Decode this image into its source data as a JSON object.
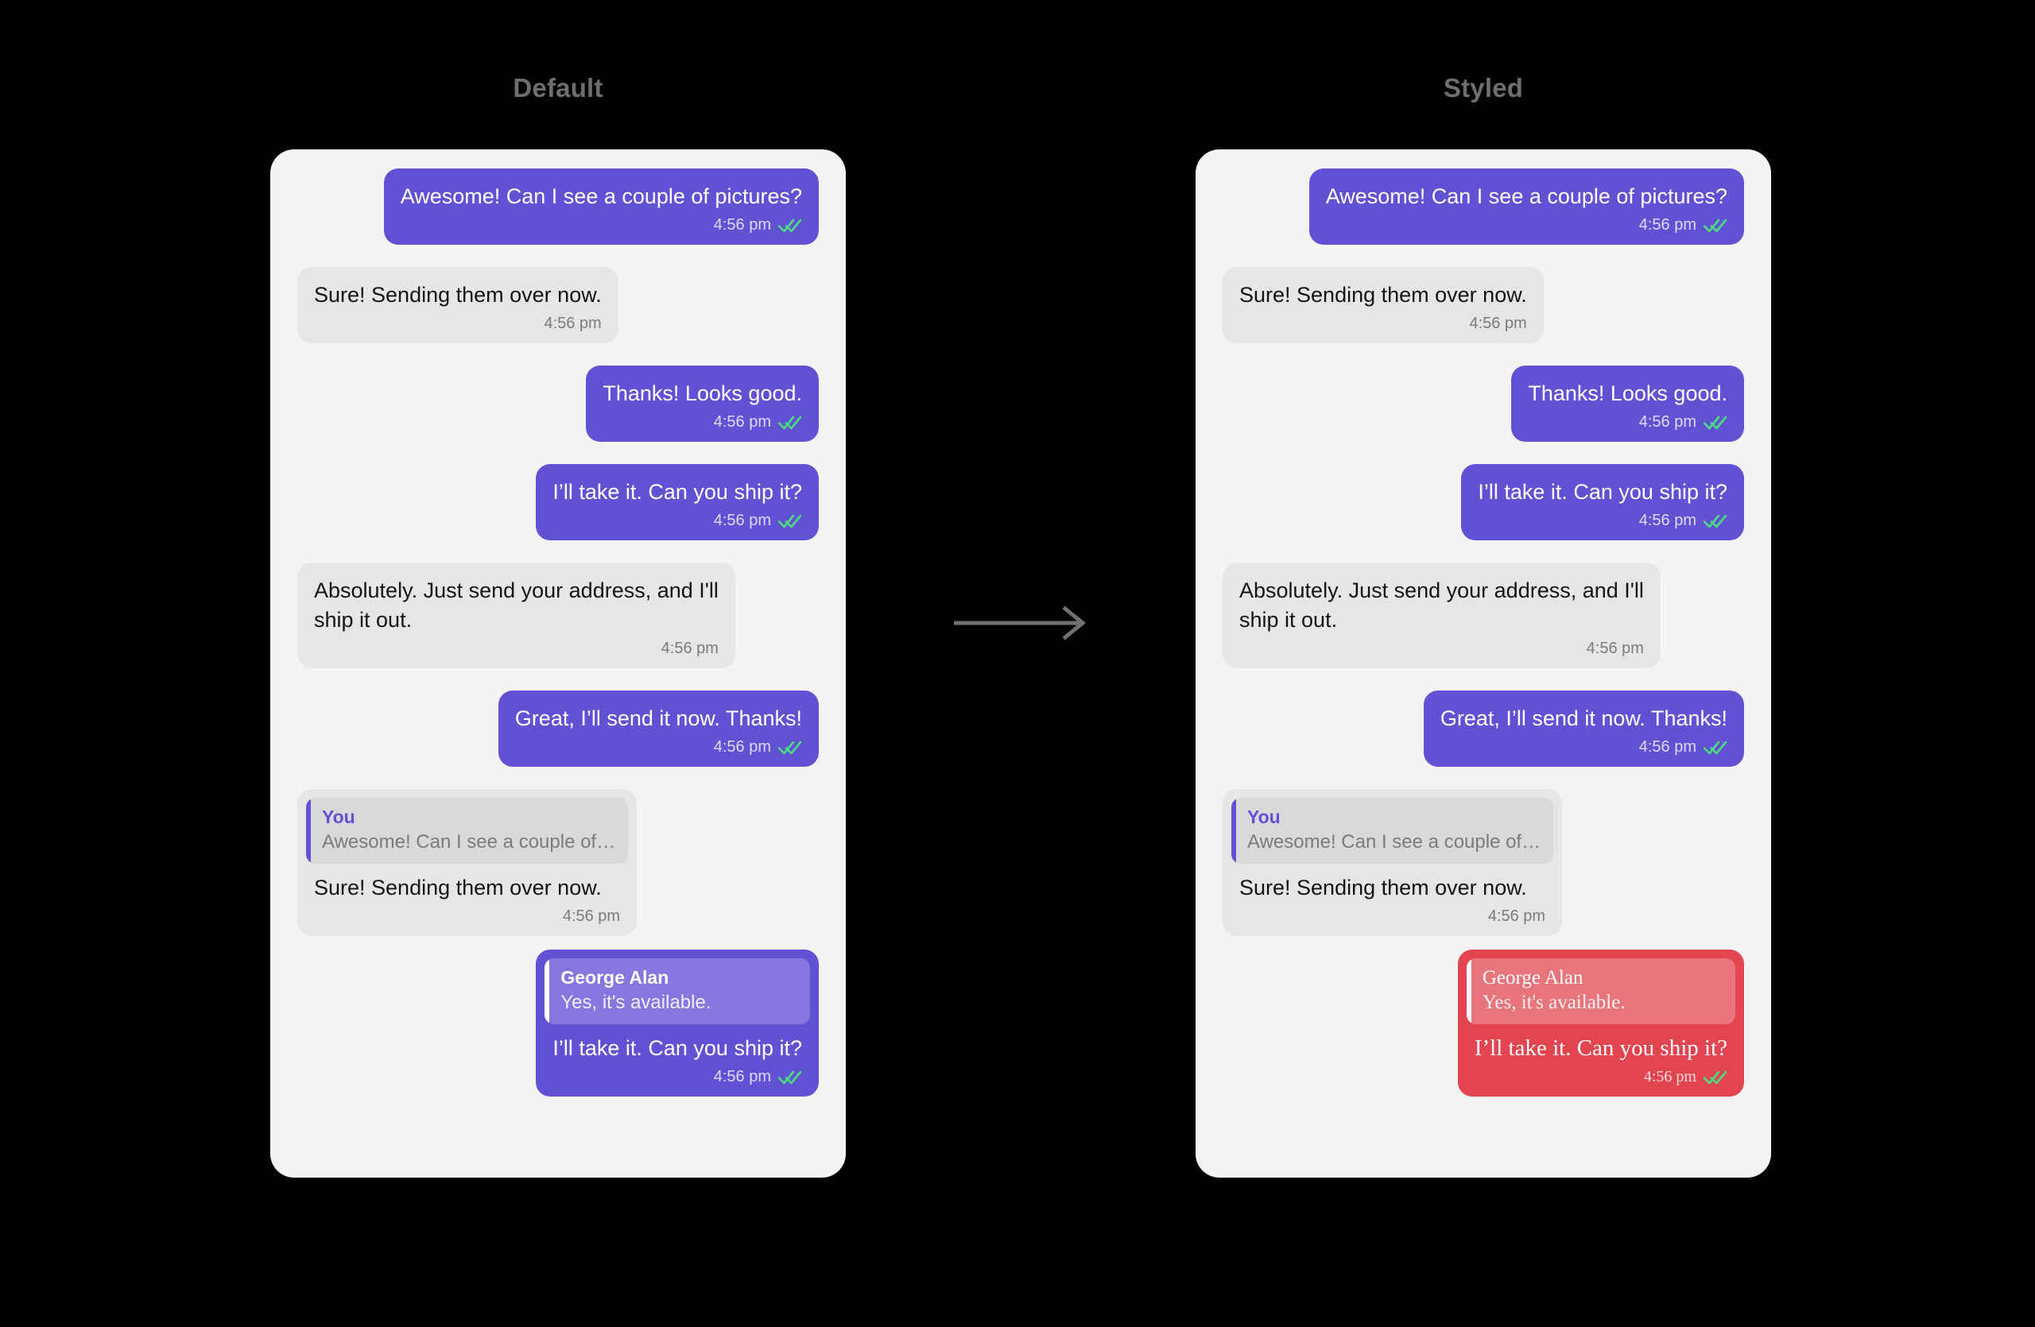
{
  "columns": {
    "left_title": "Default",
    "right_title": "Styled"
  },
  "theme": {
    "background": "#000000",
    "panel_bg": "#f4f4f4",
    "outgoing_bubble": "#6351d4",
    "incoming_bubble": "#e6e6e6",
    "styled_bubble": "#e2454f",
    "tick_color": "#4ade80",
    "title_color": "#6e6e6e",
    "arrow_color": "#707070"
  },
  "icons": {
    "read_receipt": "double-check-icon",
    "transform_arrow": "arrow-right-icon"
  },
  "conversation": [
    {
      "id": "m1",
      "direction": "out",
      "text": "Awesome! Can I see a couple of pictures?",
      "time": "4:56 pm",
      "read": true
    },
    {
      "id": "m2",
      "direction": "in",
      "text": "Sure! Sending them over now.",
      "time": "4:56 pm",
      "read": false
    },
    {
      "id": "m3",
      "direction": "out",
      "text": "Thanks! Looks good.",
      "time": "4:56 pm",
      "read": true
    },
    {
      "id": "m4",
      "direction": "out",
      "text": "I’ll take it. Can you ship it?",
      "time": "4:56 pm",
      "read": true
    },
    {
      "id": "m5",
      "direction": "in",
      "text": "Absolutely. Just send your address, and I'll\nship it out.",
      "time": "4:56 pm",
      "read": false
    },
    {
      "id": "m6",
      "direction": "out",
      "text": "Great, I’ll send it now. Thanks!",
      "time": "4:56 pm",
      "read": true
    },
    {
      "id": "m7",
      "direction": "in",
      "text": "Sure! Sending them over now.",
      "time": "4:56 pm",
      "read": false,
      "quote": {
        "author": "You",
        "text": "Awesome! Can I see a couple of…"
      }
    },
    {
      "id": "m8",
      "direction": "out",
      "text": "I’ll take it. Can you ship it?",
      "time": "4:56 pm",
      "read": true,
      "styled_in_right": true,
      "quote": {
        "author": "George Alan",
        "text": "Yes, it's available."
      }
    }
  ]
}
